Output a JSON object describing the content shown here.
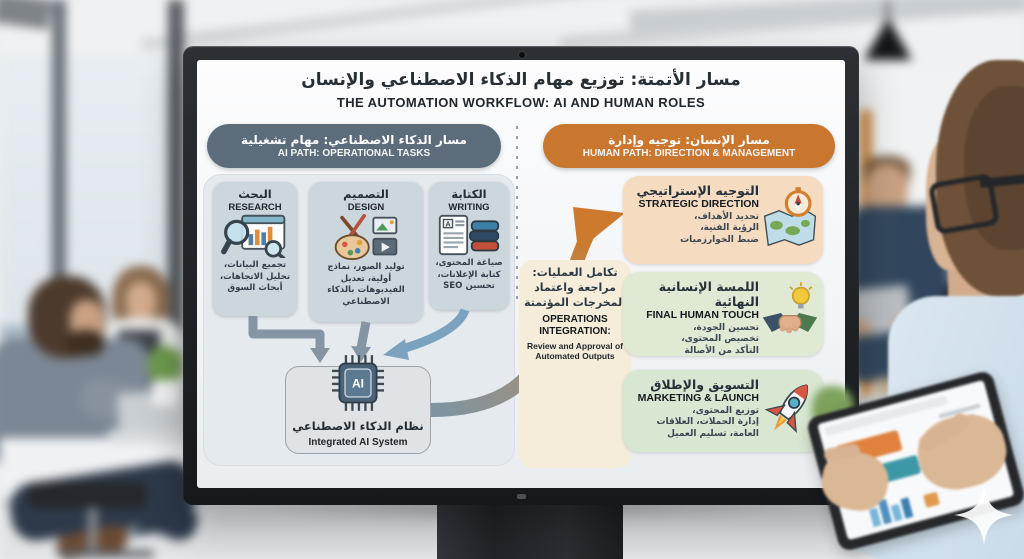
{
  "board": {
    "title_ar": "مسار الأتمتة: توزيع مهام الذكاء الاصطناعي والإنسان",
    "title_en": "THE AUTOMATION WORKFLOW: AI AND HUMAN ROLES",
    "ai_path": {
      "header_ar": "مسار الذكاء الاصطناعي: مهام تشغيلية",
      "header_en": "AI PATH: OPERATIONAL TASKS",
      "columns": [
        {
          "title_ar": "البحث",
          "title_en": "RESEARCH",
          "desc_ar": "تجميع البيانات،\nتحليل الاتجاهات،\nأبحاث السوق",
          "icon": "magnifier-chart"
        },
        {
          "title_ar": "التصميم",
          "title_en": "DESIGN",
          "desc_ar": "توليد الصور، نماذج\nأولية، تعديل\nالفيديوهات بالذكاء\nالاصطناعي",
          "icon": "palette-media"
        },
        {
          "title_ar": "الكتابة",
          "title_en": "WRITING",
          "desc_ar": "صياغة المحتوى،\nكتابة الإعلانات،\nتحسين SEO",
          "icon": "document-books"
        }
      ],
      "system": {
        "chip": "AI",
        "label_ar": "نظام الذكاء الاصطناعي",
        "label_en": "Integrated AI System"
      }
    },
    "integration": {
      "text_ar": "تكامل العمليات:\nمراجعة واعتماد\nالمخرجات المؤتمتة",
      "title_en": "OPERATIONS\nINTEGRATION:",
      "sub_en": "Review and Approval of\nAutomated Outputs"
    },
    "human_path": {
      "header_ar": "مسار الإنسان: توجيه وإدارة",
      "header_en": "HUMAN PATH: DIRECTION & MANAGEMENT",
      "boxes": [
        {
          "title_ar": "التوجيه الإستراتيجي",
          "title_en": "STRATEGIC DIRECTION",
          "desc_ar": "تحديد الأهداف،\nالرؤية الفنية،\nضبط الخوارزميات",
          "icon": "compass-map",
          "bg": "#f5dcc0"
        },
        {
          "title_ar": "اللمسة الإنسانية النهائية",
          "title_en": "FINAL HUMAN TOUCH",
          "desc_ar": "تحسين الجودة،\nتخصيص المحتوى،\nالتأكد من الأصالة",
          "icon": "handshake-lightbulb",
          "bg": "#e0e9d3"
        },
        {
          "title_ar": "التسويق والإطلاق",
          "title_en": "MARKETING & LAUNCH",
          "desc_ar": "توزيع المحتوى،\nإدارة الحملات، العلاقات\nالعامة، تسليم العميل",
          "icon": "rocket",
          "bg": "#d8e7d2"
        }
      ]
    },
    "colors": {
      "ai_header_bg": "#5c6c7b",
      "human_header_bg": "#c9762e",
      "ai_card_bg": "#ccd6dd",
      "strategic_bg": "#f5dcc0",
      "human_touch_bg": "#e0e9d3",
      "marketing_bg": "#d8e7d2",
      "arrow_orange": "#cd7a2f",
      "arrow_green": "#5fa368",
      "arrow_gray": "#8695a3",
      "arrow_steel": "#7ba3bf"
    }
  },
  "scene": {
    "watermark": "four-point-sparkle"
  }
}
